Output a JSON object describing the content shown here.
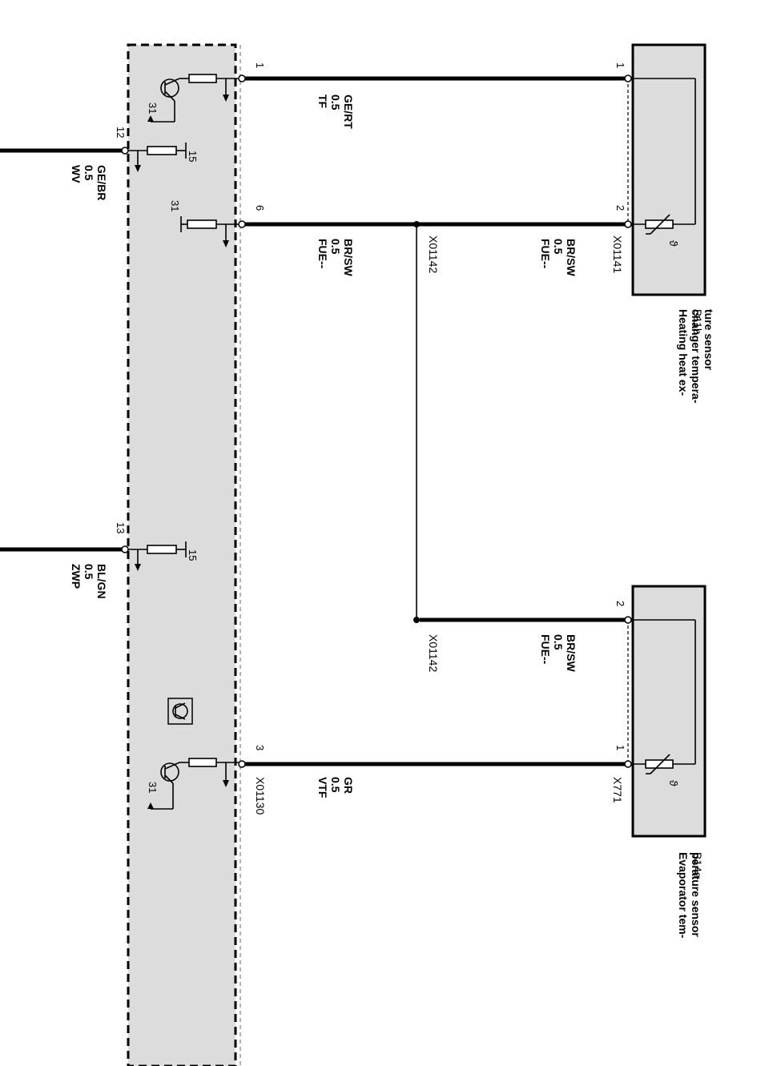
{
  "components": {
    "b11b": {
      "id": "B11b",
      "name_lines": [
        "Heating heat ex-",
        "changer tempera-",
        "ture sensor"
      ],
      "connector": "X01141",
      "pins": [
        "1",
        "2"
      ]
    },
    "b14a": {
      "id": "B14a",
      "name_lines": [
        "Evaporator tem-",
        "perature sensor"
      ],
      "connector": "X771",
      "pins": [
        "2",
        "1"
      ]
    }
  },
  "module": {
    "connector": "X01130",
    "pins": {
      "tf": "1",
      "fue": "6",
      "vtf": "3",
      "wv": "12",
      "zwp": "13"
    },
    "supply_15": "15",
    "ground_31": "31"
  },
  "splice": {
    "id": "X01142"
  },
  "wires": {
    "tf": [
      "TF",
      "0.5",
      "GE/RT"
    ],
    "fue_module": [
      "FUE--",
      "0.5",
      "BR/SW"
    ],
    "fue_b11b": [
      "FUE--",
      "0.5",
      "BR/SW"
    ],
    "fue_b14a": [
      "FUE--",
      "0.5",
      "BR/SW"
    ],
    "vtf": [
      "VTF",
      "0.5",
      "GR"
    ],
    "wv": [
      "WV",
      "0.5",
      "GE/BR"
    ],
    "zwp": [
      "ZWP",
      "0.5",
      "BL/GN"
    ]
  },
  "colors": {
    "module_fill": "#dcdcdc",
    "component_fill": "#dcdcdc",
    "line": "#000000"
  }
}
